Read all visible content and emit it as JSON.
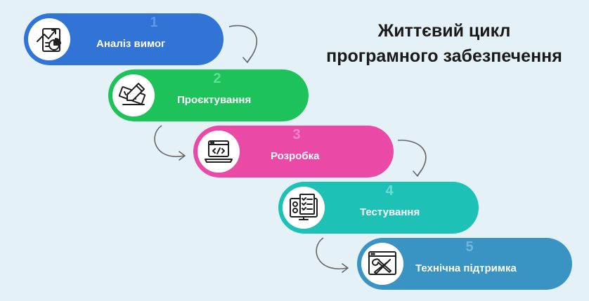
{
  "title": {
    "line1": "Життєвий цикл",
    "line2": "програмного забезпечення"
  },
  "colors": {
    "background": "#e4f2f7",
    "step1": "#3273d6",
    "step1_num": "#5c97ec",
    "step2": "#1dc35a",
    "step2_num": "#5fe08f",
    "step3": "#ea4aa5",
    "step3_num": "#f585c8",
    "step4": "#1ec1b5",
    "step4_num": "#6bddd5",
    "step5": "#3a94c3",
    "step5_num": "#6fb5dc",
    "arrow": "#666666"
  },
  "steps": [
    {
      "number": "1",
      "label": "Аналіз вимог",
      "icon": "chart-document-icon"
    },
    {
      "number": "2",
      "label": "Проєктування",
      "icon": "ruler-pencil-icon"
    },
    {
      "number": "3",
      "label": "Розробка",
      "icon": "laptop-code-icon"
    },
    {
      "number": "4",
      "label": "Тестування",
      "icon": "checklist-icon"
    },
    {
      "number": "5",
      "label": "Технічна підтримка",
      "icon": "wrench-screwdriver-icon"
    }
  ]
}
